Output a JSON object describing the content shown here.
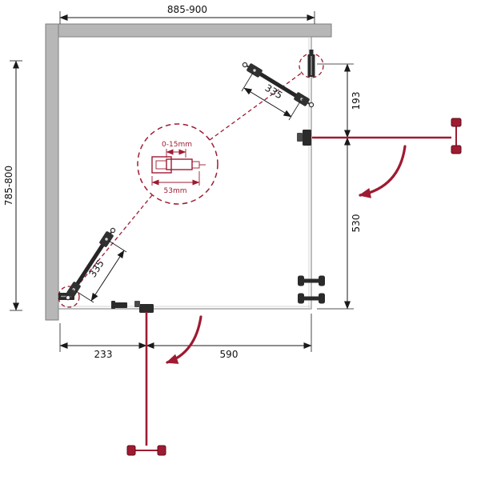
{
  "diagram": {
    "dims": {
      "top_width": "885-900",
      "left_height": "785-800",
      "right_upper": "193",
      "right_lower": "530",
      "door_top": "335",
      "door_left": "335",
      "bottom_left": "233",
      "bottom_right": "590"
    },
    "detail": {
      "adjustment_range": "0-15mm",
      "profile_width": "53mm"
    },
    "colors": {
      "accent": "#9e1b32",
      "wall": "#b7b7b7",
      "line": "#1a1a1a"
    }
  }
}
